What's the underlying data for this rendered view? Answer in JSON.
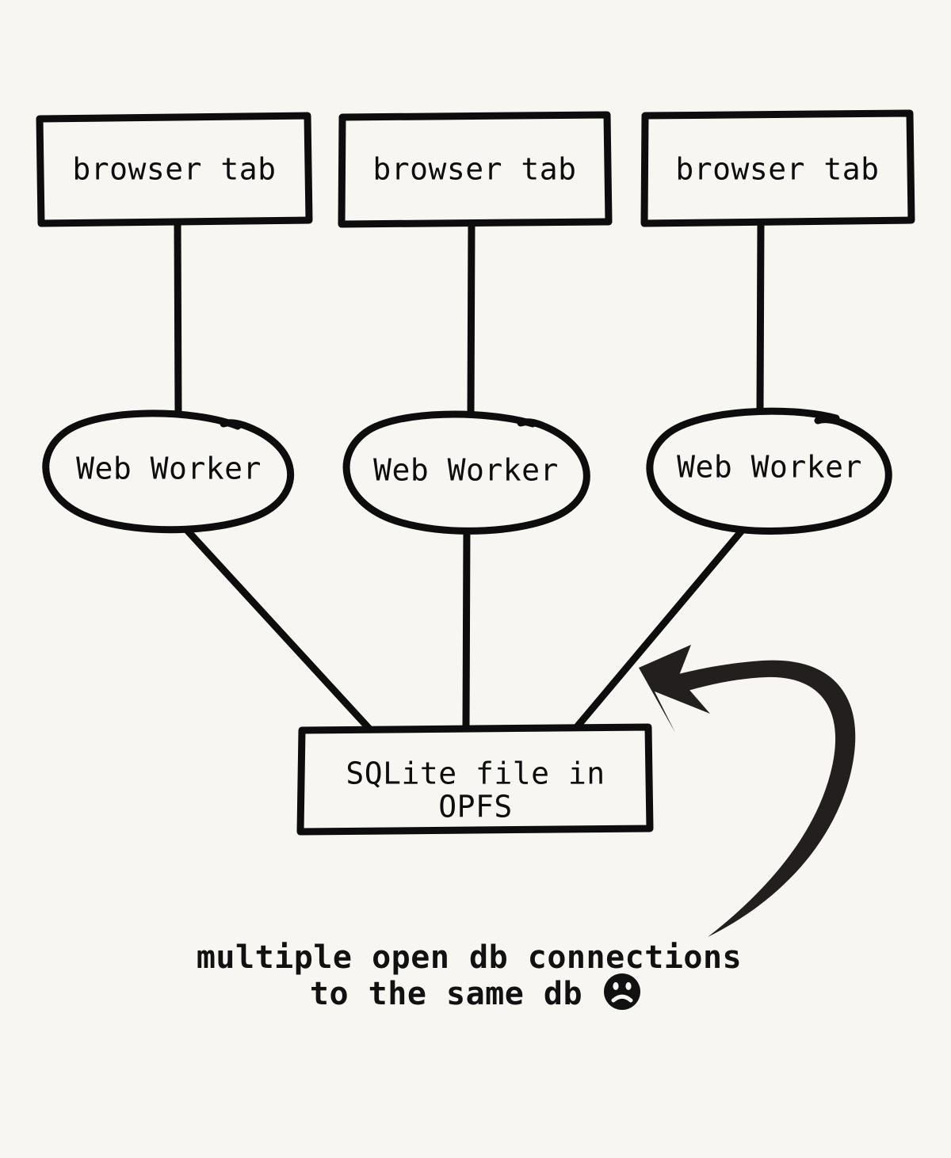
{
  "diagram": {
    "title_text": "",
    "background_color": "#f7f6f2",
    "ink_color": "#0d0d0d",
    "style": "hand-drawn",
    "tabs": [
      {
        "label": "browser tab"
      },
      {
        "label": "browser tab"
      },
      {
        "label": "browser tab"
      }
    ],
    "workers": [
      {
        "label": "Web Worker"
      },
      {
        "label": "Web Worker"
      },
      {
        "label": "Web Worker"
      }
    ],
    "storage": {
      "label_line1": "SQLite file in",
      "label_line2": "OPFS"
    },
    "caption": {
      "line1": "multiple open db connections",
      "line2": "to the same db",
      "emoji_name": "frowning-face-emoji"
    },
    "annotation_arrow": {
      "name": "curved-callout-arrow",
      "points_to": "worker-3-to-storage-connector"
    }
  }
}
